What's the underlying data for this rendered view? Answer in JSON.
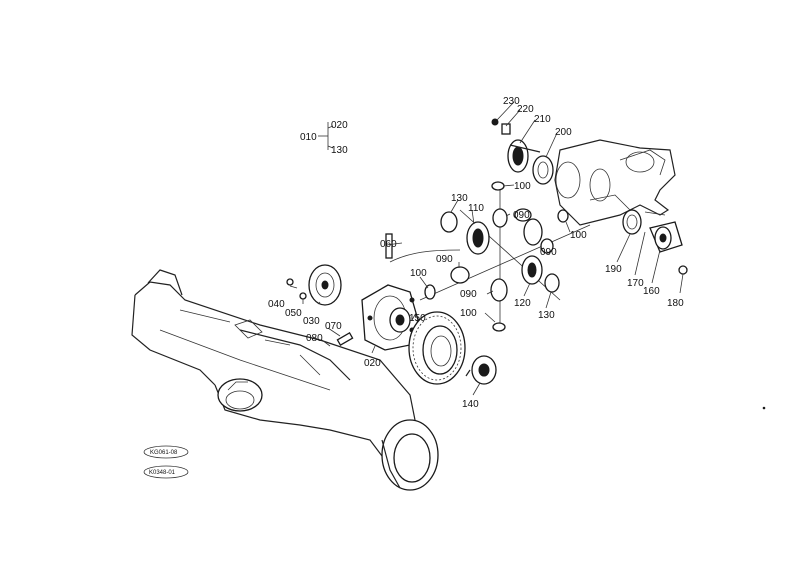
{
  "callouts": {
    "c010": "010",
    "c020": "020",
    "c130a": "130",
    "c020b": "020",
    "c030": "030",
    "c040": "040",
    "c050": "050",
    "c060": "060",
    "c070": "070",
    "c080": "080",
    "c090a": "090",
    "c090b": "090",
    "c090c": "090",
    "c090d": "090",
    "c100a": "100",
    "c100b": "100",
    "c100c": "100",
    "c100d": "100",
    "c110": "110",
    "c120": "120",
    "c130b": "130",
    "c130c": "130",
    "c140": "140",
    "c150": "150",
    "c160": "160",
    "c170": "170",
    "c180": "180",
    "c190": "190",
    "c200": "200",
    "c210": "210",
    "c220": "220",
    "c230": "230"
  },
  "ref_codes": {
    "code1": "KG061-08",
    "code2": "K0348-01"
  }
}
